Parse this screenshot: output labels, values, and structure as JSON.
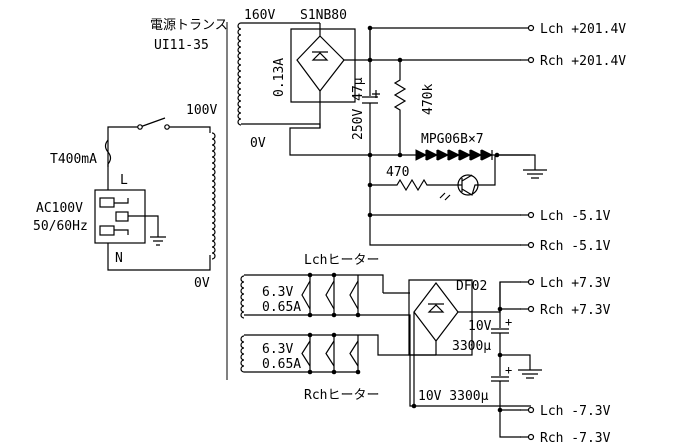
{
  "transformer": {
    "title_line1": "電源トランス",
    "title_line2": "UI11-35",
    "pri_tap": "100V",
    "pri_zero": "0V",
    "sec_top": "160V",
    "sec_bottom": "0V",
    "sec_current": "0.13A"
  },
  "input": {
    "fuse": "T400mA",
    "live": "L",
    "neutral": "N",
    "mains_line1": "AC100V",
    "mains_line2": "50/60Hz"
  },
  "hv": {
    "bridge": "S1NB80",
    "cap": "250V 47μ",
    "bleeder": "470k",
    "led_chain": "MPG06B×7",
    "res_470": "470"
  },
  "outputs": [
    {
      "id": "lch-hv",
      "text": "Lch +201.4V"
    },
    {
      "id": "rch-hv",
      "text": "Rch +201.4V"
    },
    {
      "id": "lch-neg",
      "text": "Lch -5.1V"
    },
    {
      "id": "rch-neg",
      "text": "Rch -5.1V"
    },
    {
      "id": "lch-heater-pos",
      "text": "Lch +7.3V"
    },
    {
      "id": "rch-heater-pos",
      "text": "Rch +7.3V"
    },
    {
      "id": "lch-heater-neg",
      "text": "Lch -7.3V"
    },
    {
      "id": "rch-heater-neg",
      "text": "Rch -7.3V"
    }
  ],
  "heater": {
    "lch_label": "Lchヒーター",
    "rch_label": "Rchヒーター",
    "winding1_v": "6.3V",
    "winding1_a": "0.65A",
    "winding2_v": "6.3V",
    "winding2_a": "0.65A",
    "bridge": "DF02",
    "cap1_v": "10V",
    "cap1_c": "3300μ",
    "cap2": "10V 3300μ",
    "cap_plus": "+"
  }
}
